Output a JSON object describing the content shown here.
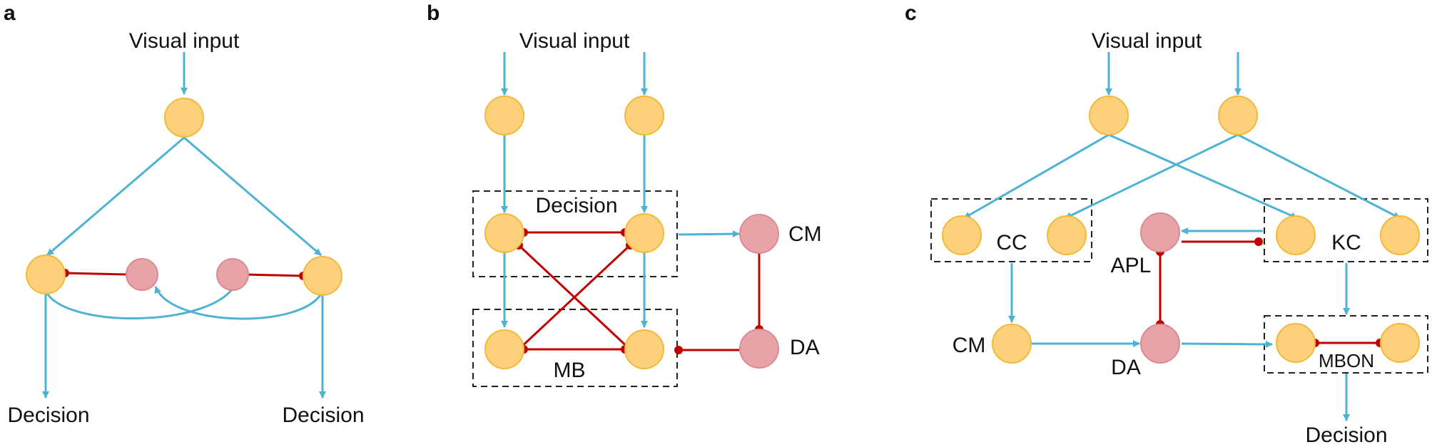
{
  "panel_a": {
    "tag": "a",
    "visual_input": "Visual input",
    "decision_left": "Decision",
    "decision_right": "Decision"
  },
  "panel_b": {
    "tag": "b",
    "visual_input": "Visual input",
    "decision_box": "Decision",
    "mb_box": "MB",
    "cm": "CM",
    "da": "DA"
  },
  "panel_c": {
    "tag": "c",
    "visual_input": "Visual input",
    "cc": "CC",
    "kc": "KC",
    "apl": "APL",
    "cm": "CM",
    "da": "DA",
    "mbon": "MBON",
    "decision": "Decision"
  },
  "colors": {
    "excitatory_arrow": "#4EB3D3",
    "inhibitory_link": "#C00000",
    "yellow_node": "#FDD17C",
    "pink_node": "#E8A3A8"
  }
}
